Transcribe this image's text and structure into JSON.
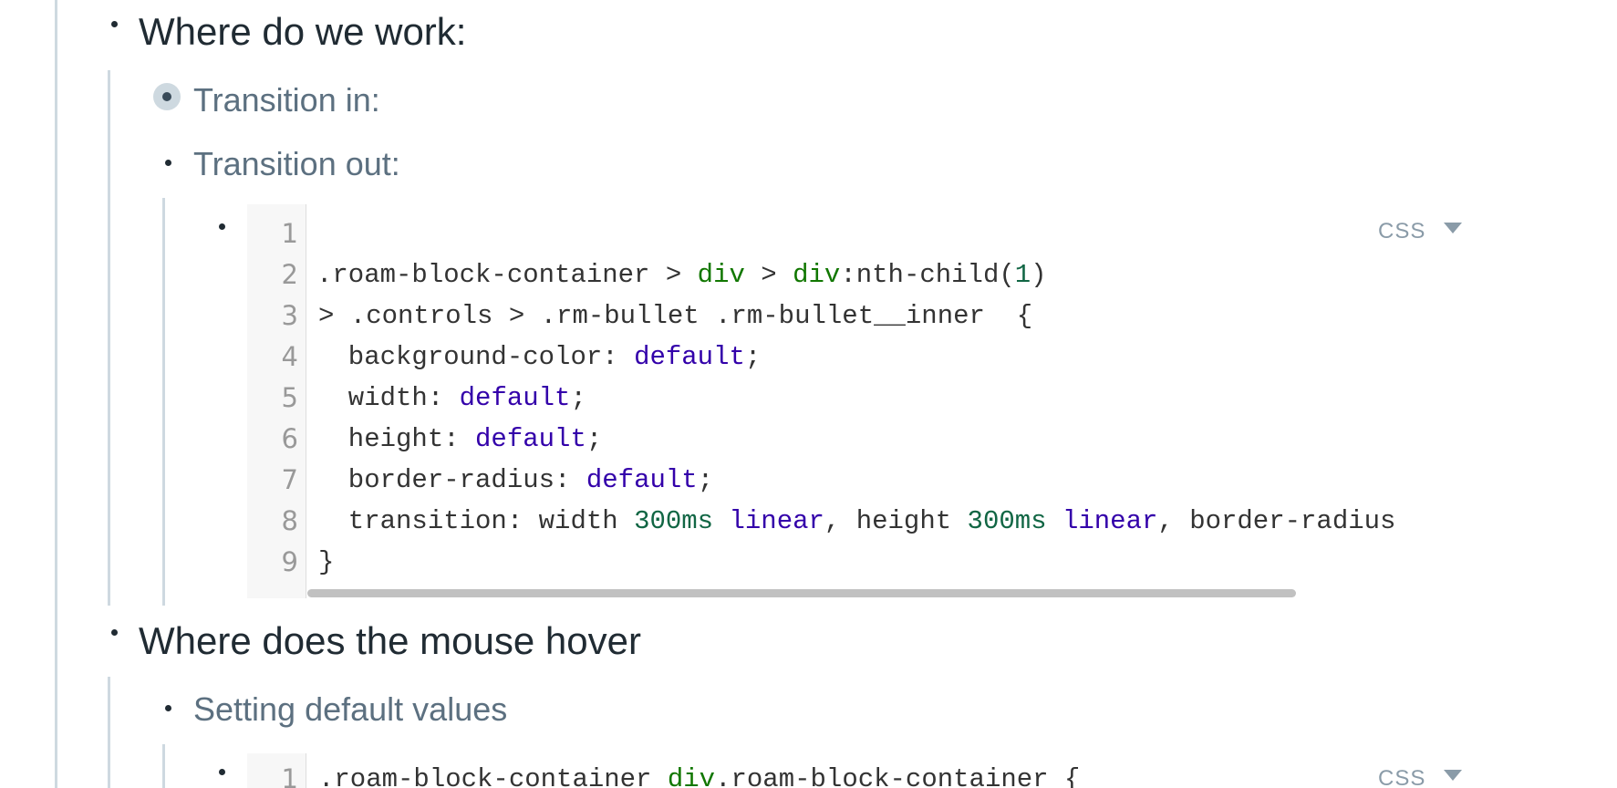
{
  "outline": {
    "item1": {
      "title": "Where do we work:"
    },
    "item1_children": [
      {
        "title": "Transition in:"
      },
      {
        "title": "Transition out:"
      }
    ],
    "item2": {
      "title": "Where does the mouse hover"
    },
    "item2_children": [
      {
        "title": "Setting default values"
      }
    ]
  },
  "code_block_1": {
    "language": "CSS",
    "line_numbers": [
      "1",
      "2",
      "3",
      "4",
      "5",
      "6",
      "7",
      "8",
      "9"
    ],
    "lines": [
      [],
      [
        {
          "t": ".roam-block-container > ",
          "c": "plain"
        },
        {
          "t": "div",
          "c": "tag"
        },
        {
          "t": " > ",
          "c": "plain"
        },
        {
          "t": "div",
          "c": "tag"
        },
        {
          "t": ":nth-child(",
          "c": "plain"
        },
        {
          "t": "1",
          "c": "num"
        },
        {
          "t": ")",
          "c": "plain"
        }
      ],
      [
        {
          "t": "> .controls > .rm-bullet .rm-bullet__inner  {",
          "c": "plain"
        }
      ],
      [
        {
          "t": "  background-color: ",
          "c": "plain"
        },
        {
          "t": "default",
          "c": "kw"
        },
        {
          "t": ";",
          "c": "plain"
        }
      ],
      [
        {
          "t": "  width: ",
          "c": "plain"
        },
        {
          "t": "default",
          "c": "kw"
        },
        {
          "t": ";",
          "c": "plain"
        }
      ],
      [
        {
          "t": "  height: ",
          "c": "plain"
        },
        {
          "t": "default",
          "c": "kw"
        },
        {
          "t": ";",
          "c": "plain"
        }
      ],
      [
        {
          "t": "  border-radius: ",
          "c": "plain"
        },
        {
          "t": "default",
          "c": "kw"
        },
        {
          "t": ";",
          "c": "plain"
        }
      ],
      [
        {
          "t": "  transition: width ",
          "c": "plain"
        },
        {
          "t": "300ms",
          "c": "num"
        },
        {
          "t": " ",
          "c": "plain"
        },
        {
          "t": "linear",
          "c": "kw"
        },
        {
          "t": ", height ",
          "c": "plain"
        },
        {
          "t": "300ms",
          "c": "num"
        },
        {
          "t": " ",
          "c": "plain"
        },
        {
          "t": "linear",
          "c": "kw"
        },
        {
          "t": ", border-radius ",
          "c": "plain"
        }
      ],
      [
        {
          "t": "}",
          "c": "plain"
        }
      ]
    ]
  },
  "code_block_2": {
    "language": "CSS",
    "line_numbers": [
      "1"
    ],
    "lines": [
      [
        {
          "t": ".roam-block-container ",
          "c": "plain"
        },
        {
          "t": "div",
          "c": "tag"
        },
        {
          "t": ".roam-block-container {",
          "c": "plain"
        }
      ]
    ]
  },
  "icons": {
    "bullet": "bullet-dot-icon",
    "bullet_focused": "bullet-ring-icon",
    "dropdown": "caret-down-icon"
  },
  "colors": {
    "text_primary": "#202b33",
    "text_secondary": "#5c7080",
    "guide_line": "#ced9e0",
    "code_tag": "#117700",
    "code_number": "#116644",
    "code_keyword": "#3300aa"
  }
}
